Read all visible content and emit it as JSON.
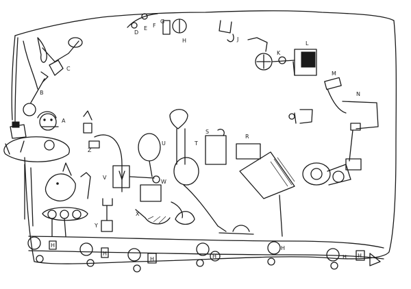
{
  "drawing": {
    "labels": {
      "a": "A",
      "b": "B",
      "c": "C",
      "d": "D",
      "e": "E",
      "f": "F",
      "g": "G",
      "h": "H",
      "j": "J",
      "k": "K",
      "l": "L",
      "m": "M",
      "n": "N",
      "r": "R",
      "s": "S",
      "t": "T",
      "u": "U",
      "v": "V",
      "w": "W",
      "x": "X",
      "y": "Y",
      "z": "Z"
    },
    "tray_labels": {
      "t1": "H",
      "t2": "H",
      "t3": "H",
      "t4": "H",
      "t5": "H",
      "t6": "H",
      "t7": "H"
    }
  }
}
